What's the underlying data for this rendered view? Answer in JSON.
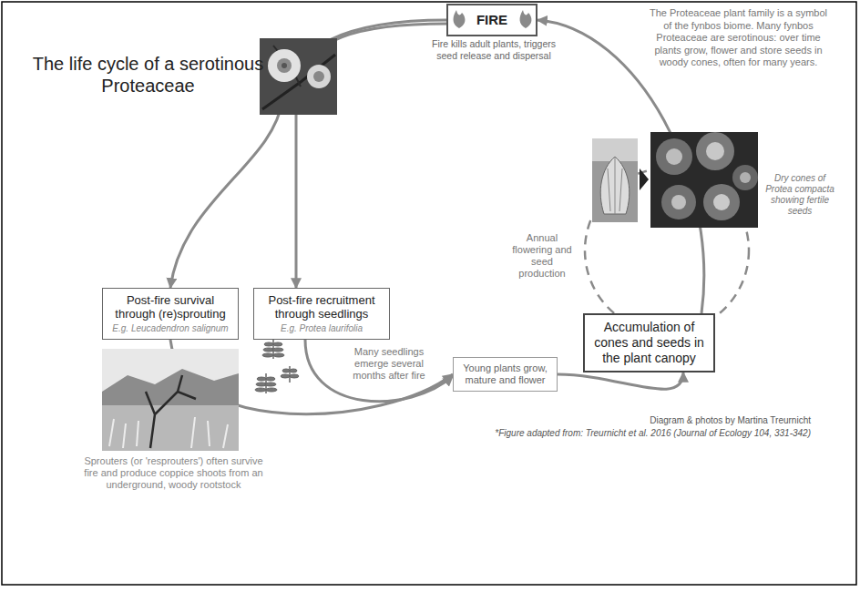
{
  "diagram": {
    "title": "The life cycle of a serotinous Proteaceae",
    "nodes": [
      {
        "text": [
          "FIRE"
        ]
      },
      {
        "text": [
          "Post-fire survival through (re)sprouting",
          "E.g. Leucadendron salignum"
        ]
      },
      {
        "text": [
          "Post-fire recruitment through seedlings",
          "E.g. Protea laurifolia"
        ]
      },
      {
        "text": [
          "Young plants grow, mature and flower"
        ]
      },
      {
        "text": [
          "Accumulation of cones and seeds in the plant canopy"
        ]
      }
    ],
    "edges": [
      {
        "from": 0,
        "to": 1,
        "arrow": "to"
      },
      {
        "from": 0,
        "to": 2,
        "arrow": "to"
      },
      {
        "from": 1,
        "to": 3,
        "arrow": "to"
      },
      {
        "from": 2,
        "to": 3,
        "arrow": "to"
      },
      {
        "from": 3,
        "to": 4,
        "arrow": "to"
      },
      {
        "from": 4,
        "to": 0,
        "arrow": "to"
      }
    ],
    "labels": [
      "Fire kills adult plants, triggers seed release and dispersal",
      "The Proteaceae plant family is a symbol of the fynbos biome. Many fynbos Proteaceae are serotinous: over time plants grow, flower and store seeds in woody cones, often for many years.",
      "Annual flowering and seed production",
      "Dry cones of Protea compacta showing fertile seeds",
      "Many seedlings emerge several months after fire",
      "Sprouters (or 'resprouters') often survive fire and produce coppice shoots from an underground, woody rootstock",
      "Diagram & photos by Martina Treurnicht",
      "*Figure adapted from: Treurnicht et al. 2016 (Journal of Ecology 104, 331-342)"
    ]
  }
}
